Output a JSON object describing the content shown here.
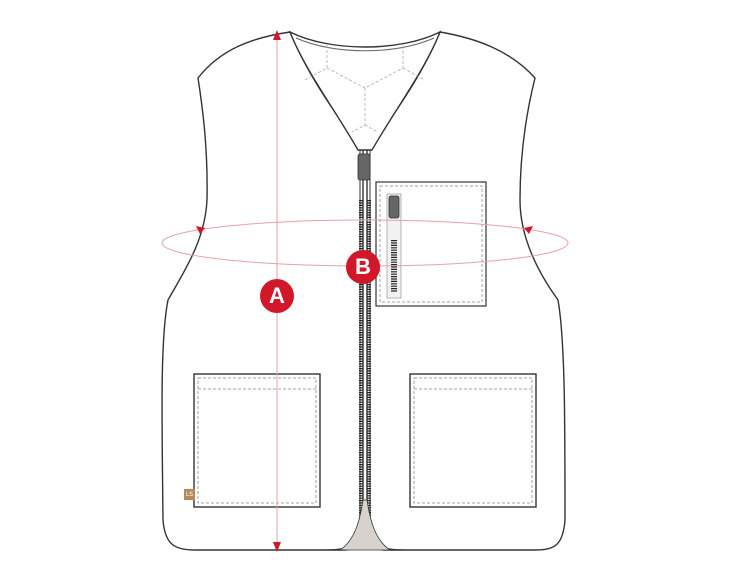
{
  "diagram": {
    "title": "Vest size measurement guide",
    "garment": "fleece zip vest",
    "colors": {
      "outline": "#333333",
      "stitch": "#888888",
      "measure_line": "#e8a0a8",
      "marker": "#d0182a",
      "label_tag": "#b8895a",
      "hem_fill": "#d8d2cc"
    },
    "measurements": [
      {
        "id": "A",
        "label": "A",
        "description": "body length (shoulder to hem)"
      },
      {
        "id": "B",
        "label": "B",
        "description": "chest circumference"
      }
    ],
    "parts": {
      "chest_pocket": "zippered chest pocket",
      "left_pocket": "lower left patch pocket",
      "right_pocket": "lower right patch pocket",
      "front_zipper": "center front zipper",
      "label": "brand label"
    },
    "label_tag_text": "LS"
  }
}
